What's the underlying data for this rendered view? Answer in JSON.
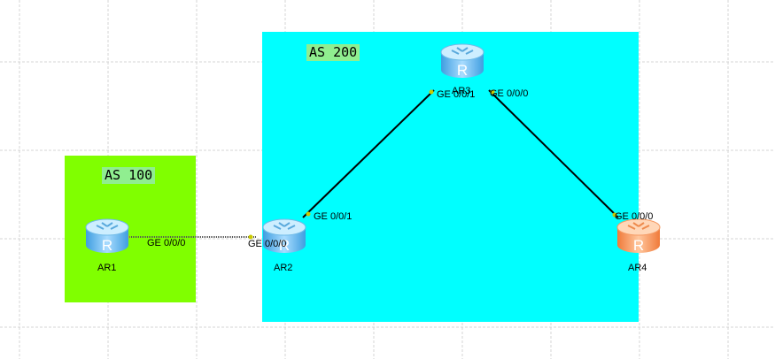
{
  "colors": {
    "as100_fill": "#80ff00",
    "as200_fill": "#00ffff",
    "as_label_bg": "#90ee90",
    "router_blue": "#5fb6f0",
    "router_orange": "#f7a06a",
    "link": "#000000",
    "port_dot": "#c9c900"
  },
  "areas": {
    "as100": {
      "label": "AS 100"
    },
    "as200": {
      "label": "AS 200"
    }
  },
  "routers": {
    "ar1": {
      "name": "AR1",
      "icon": "router-icon",
      "color": "blue"
    },
    "ar2": {
      "name": "AR2",
      "icon": "router-icon",
      "color": "blue"
    },
    "ar3": {
      "name": "AR3",
      "icon": "router-icon",
      "color": "blue"
    },
    "ar4": {
      "name": "AR4",
      "icon": "router-icon",
      "color": "orange"
    }
  },
  "links": {
    "ar1_ar2": {
      "a_port": "GE 0/0/0",
      "b_port": "GE 0/0/0"
    },
    "ar2_ar3": {
      "a_port": "GE 0/0/1",
      "b_port": "GE 0/0/1"
    },
    "ar3_ar4": {
      "a_port": "GE 0/0/0",
      "b_port": "GE 0/0/0"
    }
  }
}
